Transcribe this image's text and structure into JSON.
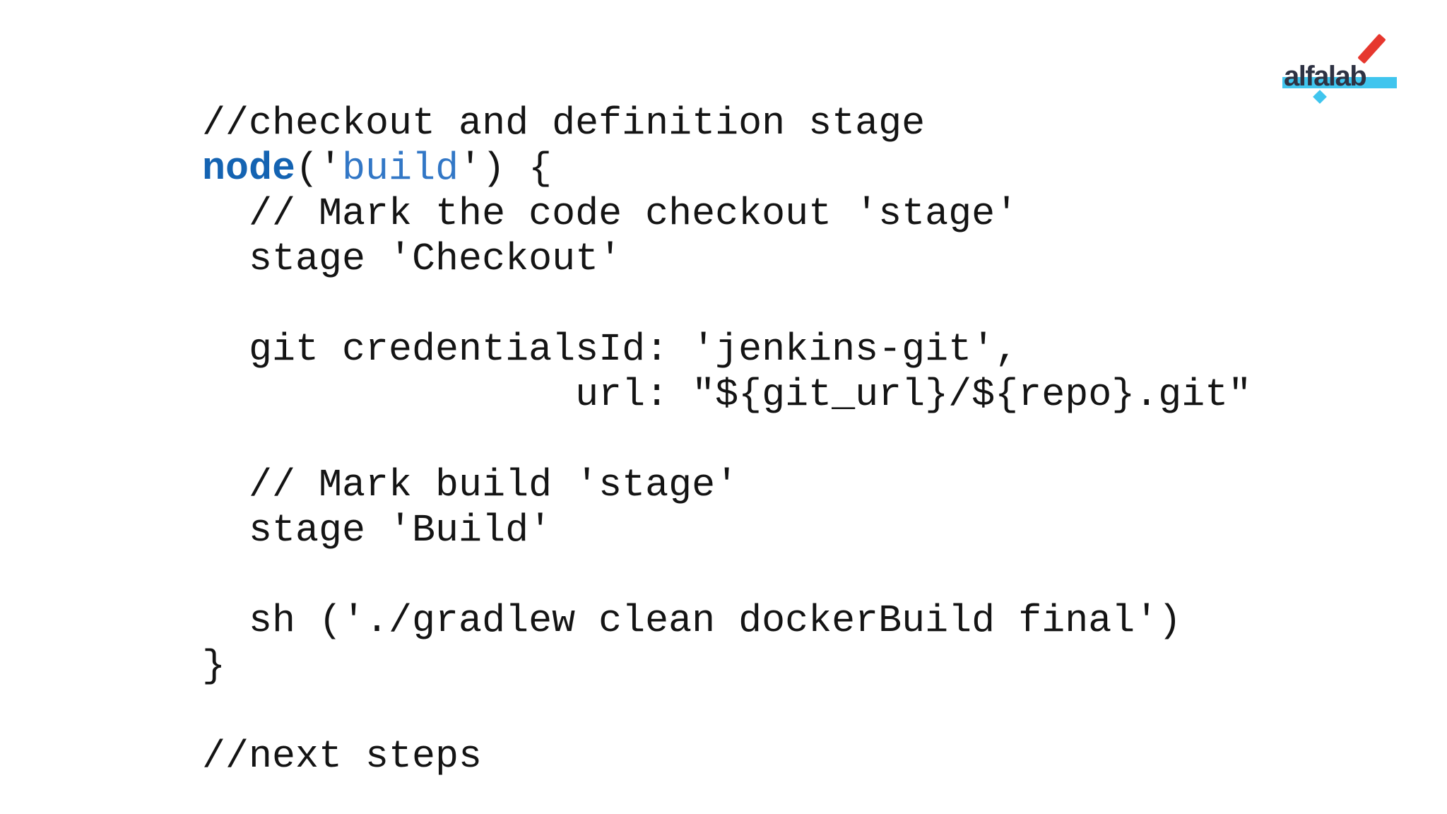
{
  "logo": {
    "text": "alfalab",
    "colors": {
      "navy": "#2e3243",
      "cyan": "#40c5ee",
      "red": "#e6372e"
    }
  },
  "code": {
    "colors": {
      "text": "#141414",
      "keyword": "#1463b2",
      "string": "#3277c6"
    },
    "lines": [
      [
        {
          "t": "//checkout and definition stage"
        }
      ],
      [
        {
          "t": "node",
          "c": "keyword"
        },
        {
          "t": "('"
        },
        {
          "t": "build",
          "c": "string"
        },
        {
          "t": "') {"
        }
      ],
      [
        {
          "t": "  // Mark the code checkout 'stage'"
        }
      ],
      [
        {
          "t": "  stage 'Checkout'"
        }
      ],
      [
        {
          "t": ""
        }
      ],
      [
        {
          "t": "  git credentialsId: 'jenkins-git',"
        }
      ],
      [
        {
          "t": "                url: \"${git_url}/${repo}.git\""
        }
      ],
      [
        {
          "t": ""
        }
      ],
      [
        {
          "t": "  // Mark build 'stage'"
        }
      ],
      [
        {
          "t": "  stage 'Build'"
        }
      ],
      [
        {
          "t": ""
        }
      ],
      [
        {
          "t": "  sh ('./gradlew clean dockerBuild final')"
        }
      ],
      [
        {
          "t": "}"
        }
      ],
      [
        {
          "t": ""
        }
      ],
      [
        {
          "t": "//next steps"
        }
      ]
    ]
  }
}
